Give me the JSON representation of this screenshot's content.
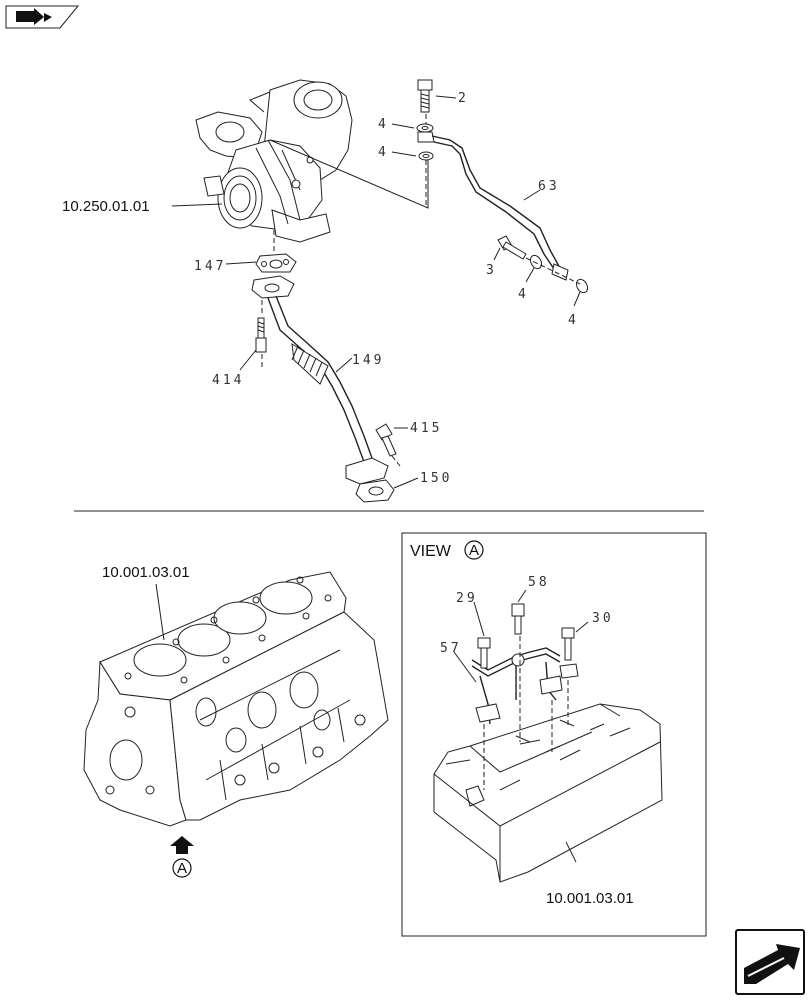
{
  "view": {
    "label": "VIEW",
    "marker": "A"
  },
  "section_marker": "A",
  "refs": {
    "turbo": "10.250.01.01",
    "block_main": "10.001.03.01",
    "block_view": "10.001.03.01"
  },
  "callouts": {
    "c2": "2",
    "c4a": "4",
    "c4b": "4",
    "c63": "63",
    "c3": "3",
    "c4c": "4",
    "c4d": "4",
    "c147": "147",
    "c414": "414",
    "c149": "149",
    "c415": "415",
    "c150": "150",
    "c29": "29",
    "c58": "58",
    "c30": "30",
    "c57": "57"
  },
  "icons": {
    "top_left": "book-arrow-icon",
    "bottom_right": "next-page-arrow-icon"
  }
}
